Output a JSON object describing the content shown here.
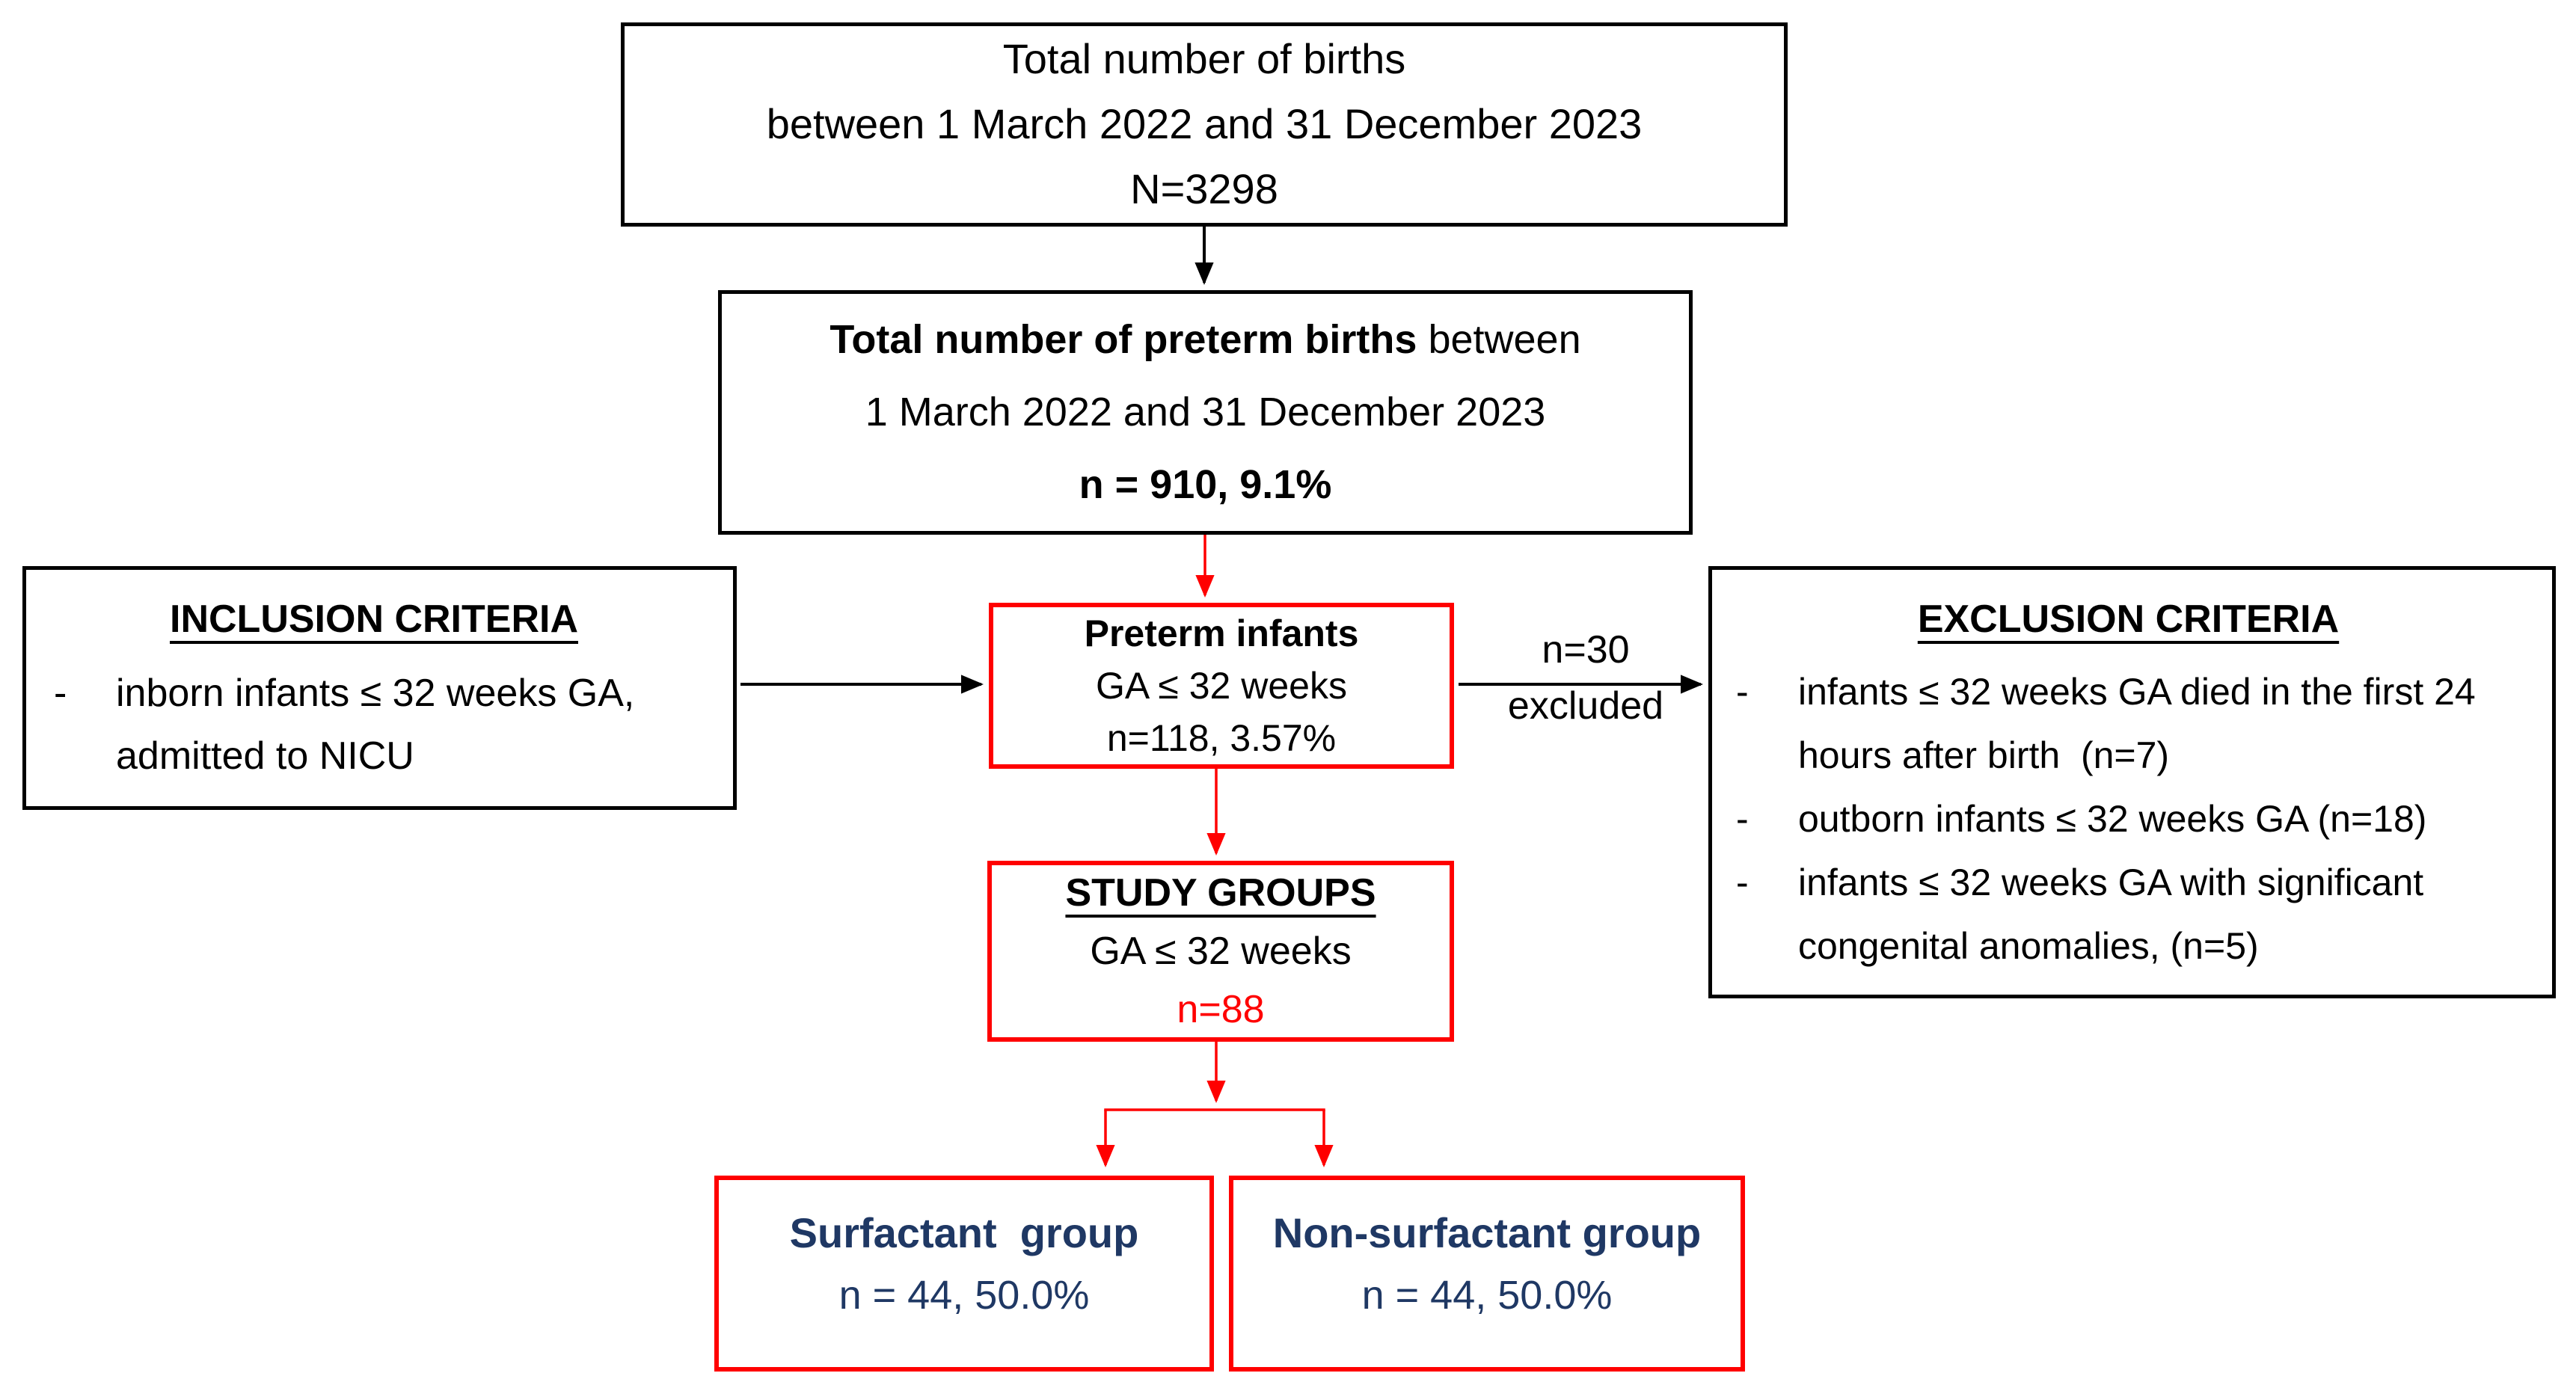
{
  "colors": {
    "accent_red": "#FF0000",
    "group_navy": "#1F3864",
    "text_black": "#000000"
  },
  "boxes": {
    "total_births": {
      "line1": "Total number of births",
      "line2": "between 1 March 2022 and 31 December 2023",
      "line3": "N=3298"
    },
    "preterm_births": {
      "line1_bold": "Total number of preterm births",
      "line1_rest": " between",
      "line2": "1 March 2022 and 31 December 2023",
      "line3": "n = 910, 9.1%"
    },
    "inclusion": {
      "title": "INCLUSION CRITERIA",
      "items": [
        {
          "bullet": "-",
          "text": "inborn infants ≤ 32 weeks GA, admitted to NICU"
        }
      ]
    },
    "preterm_infants": {
      "title": "Preterm infants",
      "line2": "GA ≤ 32 weeks",
      "line3": "n=118, 3.57%"
    },
    "excluded_label": {
      "line1": "n=30",
      "line2": "excluded"
    },
    "exclusion": {
      "title": "EXCLUSION CRITERIA",
      "items": [
        {
          "bullet": "-",
          "text": "infants ≤ 32 weeks GA died in the first 24 hours after birth  (n=7)"
        },
        {
          "bullet": "-",
          "text": "outborn infants ≤ 32 weeks GA (n=18)"
        },
        {
          "bullet": "-",
          "text": "infants ≤ 32 weeks GA with significant congenital anomalies, (n=5)"
        }
      ]
    },
    "study_groups": {
      "title": "STUDY GROUPS",
      "line2": "GA ≤ 32 weeks",
      "line3": "n=88"
    },
    "surfactant": {
      "title": "Surfactant  group",
      "line2": "n = 44, 50.0%"
    },
    "non_surfactant": {
      "title": "Non-surfactant group",
      "line2": "n = 44, 50.0%"
    }
  }
}
